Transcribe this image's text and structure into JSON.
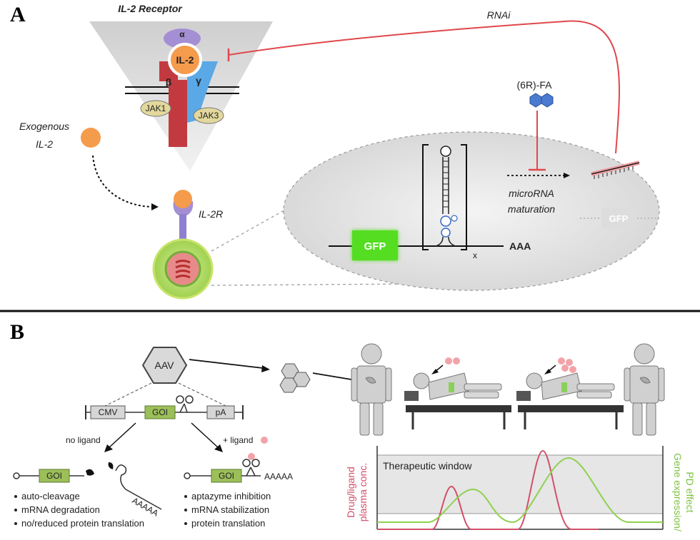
{
  "panel_a": {
    "letter": "A",
    "receptor_title": "IL-2 Receptor",
    "alpha": "α",
    "il2": "IL-2",
    "beta": "β",
    "gamma": "γ",
    "jak1": "JAK1",
    "jak3": "JAK3",
    "exogenous_line1": "Exogenous",
    "exogenous_line2": "IL-2",
    "il2r": "IL-2R",
    "rnai": "RNAi",
    "fa_label": "(6R)-FA",
    "mirna_line1": "microRNA",
    "mirna_line2": "maturation",
    "gfp": "GFP",
    "gfp_ghost": "GFP",
    "polya": "AAA",
    "times": "x"
  },
  "panel_b": {
    "letter": "B",
    "aav": "AAV",
    "cmv": "CMV",
    "goi": "GOI",
    "pa": "pA",
    "no_ligand": "no ligand",
    "plus_ligand": "+ ligand",
    "goi_left": "GOI",
    "goi_right": "GOI",
    "tail_left": "AAAAA",
    "tail_right": "AAAAA",
    "bullets_left": [
      "auto-cleavage",
      "mRNA degradation",
      "no/reduced protein translation"
    ],
    "bullets_right": [
      "aptazyme inhibition",
      "mRNA stabilization",
      "protein translation"
    ],
    "therapeutic_window": "Therapeutic window",
    "y_left_line1": "Drug/ligand",
    "y_left_line2": "plasma conc.",
    "y_right_line1": "Gene expression/",
    "y_right_line2": "PD effect",
    "colors": {
      "drug": "#d0506a",
      "gene": "#8fd14f",
      "rnai": "#e0474c",
      "gfp": "#55dd22"
    }
  }
}
